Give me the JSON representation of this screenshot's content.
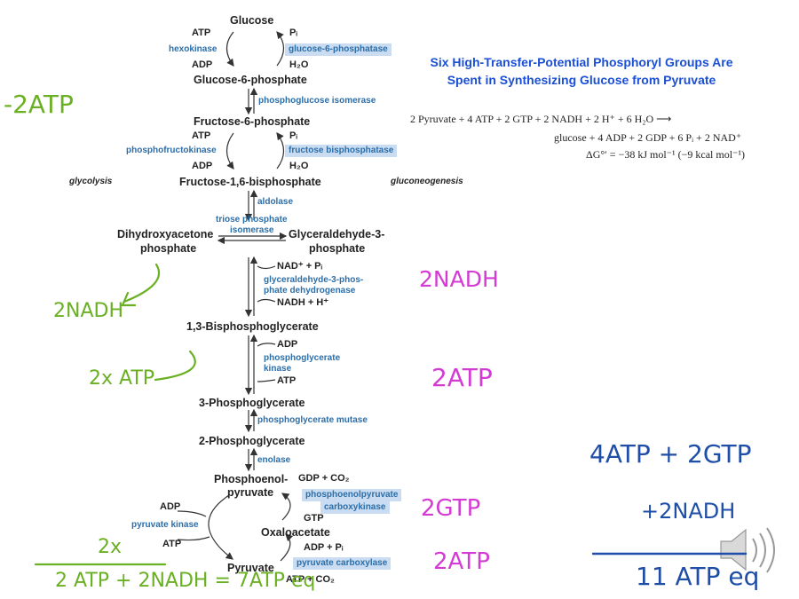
{
  "title": "Six High-Transfer-Potential Phosphoryl Groups Are Spent in Synthesizing Glucose from Pyruvate",
  "equation": {
    "line1": "2 Pyruvate + 4 ATP + 2 GTP + 2 NADH + 2 H⁺ + 6 H₂O ⟶",
    "line2": "glucose + 4 ADP + 2 GDP + 6 Pᵢ + 2 NAD⁺",
    "line3": "ΔG°′ = −38 kJ mol⁻¹ (−9 kcal mol⁻¹)"
  },
  "labels": {
    "glycolysis": "glycolysis",
    "gluconeogenesis": "gluconeogenesis"
  },
  "metabolites": {
    "glucose": "Glucose",
    "g6p": "Glucose-6-phosphate",
    "f6p": "Fructose-6-phosphate",
    "f16bp": "Fructose-1,6-bisphosphate",
    "dhap_1": "Dihydroxyacetone",
    "dhap_2": "phosphate",
    "g3p_1": "Glyceraldehyde-3-",
    "g3p_2": "phosphate",
    "bpg13": "1,3-Bisphosphoglycerate",
    "pg3": "3-Phosphoglycerate",
    "pg2": "2-Phosphoglycerate",
    "pep_1": "Phosphoenol-",
    "pep_2": "pyruvate",
    "oaa": "Oxaloacetate",
    "pyr": "Pyruvate"
  },
  "enzymes": {
    "hexokinase": "hexokinase",
    "g6pase": "glucose-6-phosphatase",
    "pgi": "phosphoglucose isomerase",
    "pfk": "phosphofructokinase",
    "fbpase": "fructose bisphosphatase",
    "aldolase": "aldolase",
    "tpi_1": "triose phosphate",
    "tpi_2": "isomerase",
    "gapdh_1": "glyceraldehyde-3-phos-",
    "gapdh_2": "phate dehydrogenase",
    "pgk_1": "phosphoglycerate",
    "pgk_2": "kinase",
    "pgm": "phosphoglycerate mutase",
    "enolase": "enolase",
    "pepck_1": "phosphoenolpyruvate",
    "pepck_2": "carboxykinase",
    "pk": "pyruvate kinase",
    "pc": "pyruvate carboxylase"
  },
  "cofactors": {
    "atp1": "ATP",
    "adp1": "ADP",
    "pi1": "Pᵢ",
    "h2o1": "H₂O",
    "atp2": "ATP",
    "adp2": "ADP",
    "pi2": "Pᵢ",
    "h2o2": "H₂O",
    "nad": "NAD⁺ + Pᵢ",
    "nadh": "NADH + H⁺",
    "adp3": "ADP",
    "atp3": "ATP",
    "gdp_co2": "GDP + CO₂",
    "gtp": "GTP",
    "adp_pk": "ADP",
    "atp_pk": "ATP",
    "adp_pi": "ADP + Pᵢ",
    "atp_co2": "ATP   +   CO₂"
  },
  "handwriting": {
    "minus2atp": "-2ATP",
    "nadh_left": "2NADH",
    "x_atp": "2x ATP",
    "two_x": "2x",
    "bottom_sum": "2 ATP + 2NADH = 7ATP eq",
    "m_2nadh": "2NADH",
    "m_2atp": "2ATP",
    "m_2gtp": "2GTP",
    "m_2atp_b": "2ATP",
    "b_line1": "4ATP + 2GTP",
    "b_line2": "+2NADH",
    "b_total": "11 ATP eq"
  },
  "colors": {
    "enzyme": "#2c6ea8",
    "enzyme_box": "#c9dcf1",
    "title": "#1a4fd6",
    "hw_green": "#6ab023",
    "hw_magenta": "#d43bd4",
    "hw_blue": "#1f4ea8"
  },
  "icons": {
    "speaker": "speaker-icon"
  }
}
